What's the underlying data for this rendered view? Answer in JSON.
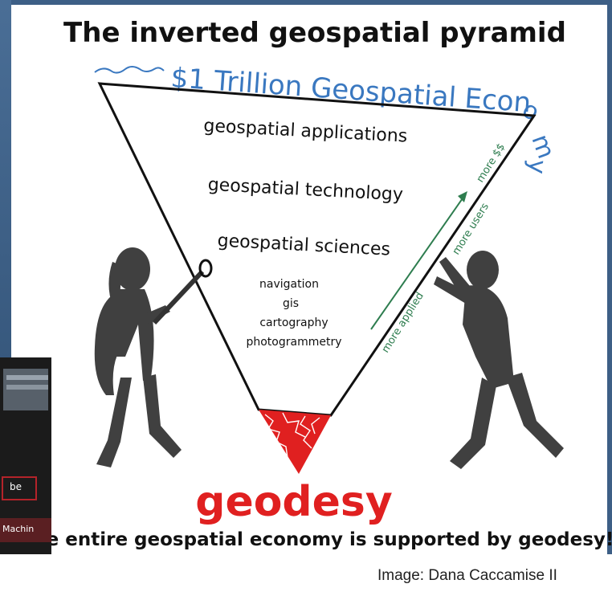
{
  "title": "The inverted geospatial pyramid",
  "economy_label": "$1 Trillion Geospatial Economy",
  "economy_label_main": "$1 Trillion Geospatial Econ",
  "economy_label_curl": [
    "o",
    "m",
    "y"
  ],
  "layers": [
    "geospatial applications",
    "geospatial technology",
    "geospatial sciences"
  ],
  "sciences": [
    "navigation",
    "gis",
    "cartography",
    "photogrammetry"
  ],
  "arrow_labels": [
    "more applied",
    "more users",
    "more $$"
  ],
  "base": "geodesy",
  "caption": "The entire geospatial economy is supported by geodesy!",
  "credit": "Image: Dana Caccamise II",
  "inset": {
    "button_text": "be",
    "bar_text": "Machin"
  },
  "colors": {
    "blue": "#3a78c0",
    "green": "#2e7d4f",
    "red": "#e02020",
    "ink": "#111111",
    "figure": "#404040"
  }
}
